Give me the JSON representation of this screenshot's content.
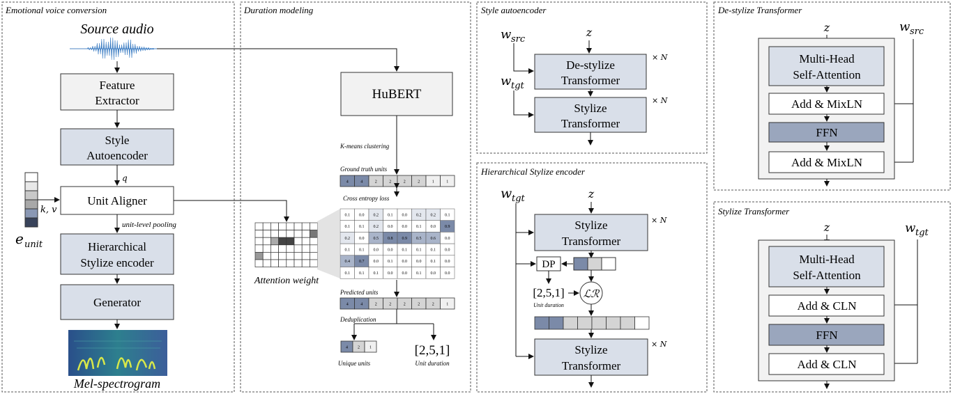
{
  "panels": {
    "evc": {
      "title": "Emotional voice conversion",
      "source_audio": "Source audio",
      "feature_extractor": [
        "Feature",
        "Extractor"
      ],
      "style_autoencoder": [
        "Style",
        "Autoencoder"
      ],
      "q": "q",
      "unit_aligner": "Unit Aligner",
      "kv": "k, v",
      "e_unit": "e",
      "e_unit_sub": "unit",
      "pooling": "unit-level pooling",
      "hier_encoder": [
        "Hierarchical",
        "Stylize encoder"
      ],
      "generator": "Generator",
      "mel": "Mel-spectrogram"
    },
    "dur": {
      "title": "Duration modeling",
      "hubert": "HuBERT",
      "kmeans": "K-means clustering",
      "gt_units_label": "Ground truth units",
      "gt_units": [
        "4",
        "4",
        "2",
        "2",
        "2",
        "2",
        "1",
        "1"
      ],
      "ce_loss": "Cross entropy loss",
      "attention_matrix": [
        [
          "0.1",
          "0.0",
          "0.2",
          "0.1",
          "0.0",
          "0.2",
          "0.2",
          "0.1"
        ],
        [
          "0.1",
          "0.1",
          "0.2",
          "0.0",
          "0.0",
          "0.1",
          "0.0",
          "0.9"
        ],
        [
          "0.2",
          "0.0",
          "0.5",
          "0.8",
          "0.9",
          "0.5",
          "0.6",
          "0.0"
        ],
        [
          "0.1",
          "0.1",
          "0.0",
          "0.0",
          "0.1",
          "0.1",
          "0.1",
          "0.0"
        ],
        [
          "0.4",
          "0.7",
          "0.0",
          "0.1",
          "0.0",
          "0.0",
          "0.1",
          "0.0"
        ],
        [
          "0.1",
          "0.1",
          "0.1",
          "0.0",
          "0.0",
          "0.1",
          "0.0",
          "0.0"
        ]
      ],
      "attention_weight": "Attention weight",
      "pred_units_label": "Predicted units",
      "pred_units": [
        "4",
        "4",
        "2",
        "2",
        "2",
        "2",
        "2",
        "1"
      ],
      "dedup": "Deduplication",
      "unique_units": [
        "4",
        "2",
        "1"
      ],
      "unique_units_label": "Unique units",
      "duration_value": "[2,5,1]",
      "unit_duration_label": "Unit duration"
    },
    "sae": {
      "title": "Style autoencoder",
      "w_src": "w",
      "w_src_sub": "src",
      "w_tgt": "w",
      "w_tgt_sub": "tgt",
      "z": "z",
      "destylize": [
        "De-stylize",
        "Transformer"
      ],
      "stylize": [
        "Stylize",
        "Transformer"
      ],
      "xn": "× N"
    },
    "hse": {
      "title": "Hierarchical Stylize encoder",
      "w_tgt": "w",
      "w_tgt_sub": "tgt",
      "z": "z",
      "stylize": [
        "Stylize",
        "Transformer"
      ],
      "xn": "× N",
      "dp": "DP",
      "duration": "[2,5,1]",
      "unit_duration": "Unit duration",
      "lr": "ℒℛ"
    },
    "dst": {
      "title": "De-stylize Transformer",
      "z": "z",
      "w_src": "w",
      "w_src_sub": "src",
      "mhsa": [
        "Multi-Head",
        "Self-Attention"
      ],
      "add_mixln": "Add & MixLN",
      "ffn": "FFN"
    },
    "st": {
      "title": "Stylize Transformer",
      "z": "z",
      "w_tgt": "w",
      "w_tgt_sub": "tgt",
      "mhsa": [
        "Multi-Head",
        "Self-Attention"
      ],
      "add_cln": "Add & CLN",
      "ffn": "FFN"
    }
  },
  "colors": {
    "blue_box": "#d9dfe9",
    "gray_box": "#f2f2f2",
    "dark_box": "#9aa6bd",
    "unit4": "#7b8aa8",
    "unit2": "#d4d4d4",
    "unit1": "#f0f0f0",
    "border": "#333333"
  }
}
